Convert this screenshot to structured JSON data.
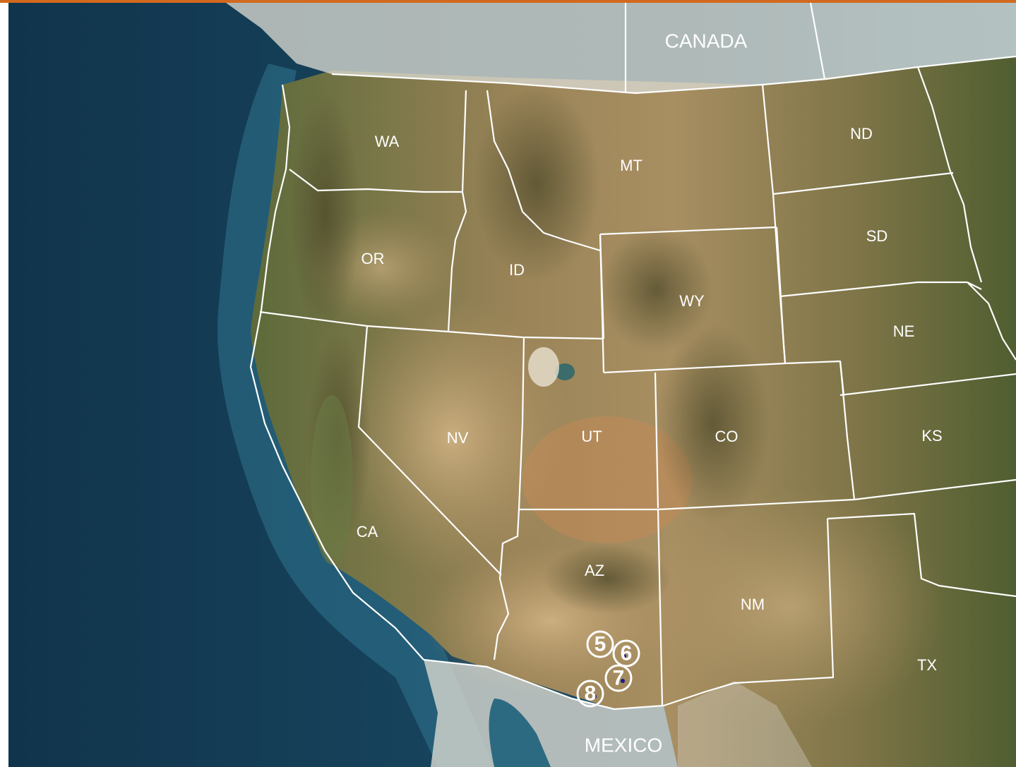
{
  "colors": {
    "accent_bar": "#d2691e",
    "ocean_deep": "#123a52",
    "ocean_shelf": "#2b6a86",
    "land_base": "#8a7a52",
    "land_green": "#4c5a2e",
    "land_desert": "#c7a77a",
    "foreign_land": "#d8d8d0",
    "border": "#ffffff",
    "marker_dot": "#1a1a8c"
  },
  "countries": {
    "north": "CANADA",
    "south": "MEXICO"
  },
  "states": {
    "WA": "WA",
    "OR": "OR",
    "CA": "CA",
    "ID": "ID",
    "NV": "NV",
    "MT": "MT",
    "WY": "WY",
    "UT": "UT",
    "AZ": "AZ",
    "CO": "CO",
    "NM": "NM",
    "ND": "ND",
    "SD": "SD",
    "NE": "NE",
    "KS": "KS",
    "TX": "TX"
  },
  "markers": [
    "5",
    "6",
    "7",
    "8"
  ]
}
